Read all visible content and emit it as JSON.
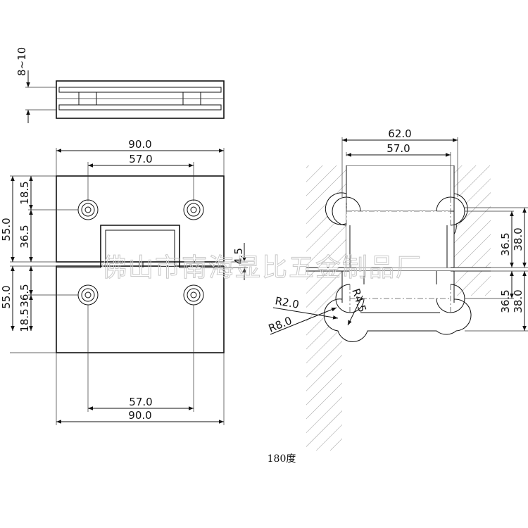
{
  "colors": {
    "line": "#111111",
    "hatch": "#9a9a9a",
    "watermark": "#c9c9c9"
  },
  "side_view": {
    "thickness_label": "8~10"
  },
  "front_view": {
    "top_width": "90.0",
    "top_hole_spacing": "57.0",
    "left_top_hole": "18.5",
    "left_top_height": "55.0",
    "left_top_lower": "36.5",
    "gap": "4.5",
    "left_bottom_height": "55.0",
    "left_bottom_upper": "36.5",
    "left_bottom_hole": "18.5",
    "bottom_hole_spacing": "57.0",
    "bottom_width": "90.0"
  },
  "cutout_view": {
    "outer_width": "62.0",
    "inner_width": "57.0",
    "right_top_inner": "36.5",
    "right_top_outer": "38.0",
    "right_bottom_inner": "36.5",
    "right_bottom_outer": "38.0",
    "radius_small": "R2.0",
    "radius_mid": "R4.5",
    "radius_large": "R8.0"
  },
  "watermark": "佛山市南海显比五金制品厂",
  "caption": "180度"
}
